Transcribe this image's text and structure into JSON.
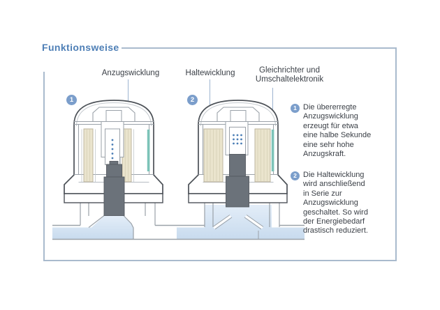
{
  "title": "Funktionsweise",
  "callouts": {
    "anzugswicklung": "Anzugswicklung",
    "haltewicklung": "Haltewicklung",
    "gleichrichter": "Gleichrichter und\nUmschaltelektronik"
  },
  "figures": [
    {
      "badge": "1"
    },
    {
      "badge": "2"
    }
  ],
  "steps": [
    {
      "number": "1",
      "text": "Die übererregte\nAnzugswicklung\nerzeugt für etwa\neine halbe Sekunde\neine sehr hohe\nAnzugskraft."
    },
    {
      "number": "2",
      "text": "Die Haltewicklung\nwird anschließend\nin Serie zur\nAnzugswicklung\ngeschaltet. So wird\nder Energiebedarf\ndrastisch reduziert."
    }
  ],
  "colors": {
    "accent_blue": "#4e7fb6",
    "frame_line": "#a9bacd",
    "badge_blue": "#7b9ecb",
    "coil_beige": "#eae4cd",
    "fluid_blue": "#d3e2f2",
    "electronics_teal": "#7cc3b8",
    "plunger_gray": "#6b727a",
    "outline_dark": "#4c5157",
    "outline_light": "#9aa1a8",
    "dot_blue": "#4a7db5"
  }
}
